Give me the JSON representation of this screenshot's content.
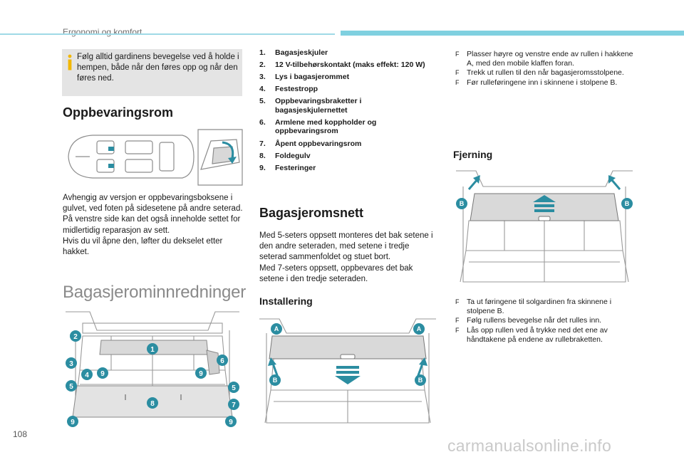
{
  "header": {
    "title": "Ergonomi og komfort"
  },
  "tip": {
    "text": "Følg alltid gardinens bevegelse ved å holde i hempen, både når den føres opp og når den føres ned."
  },
  "storage": {
    "title": "Oppbevaringsrom",
    "paragraphs": [
      "Avhengig av versjon er oppbevaringsboksene i gulvet, ved foten på sidesetene på andre seterad.",
      "På venstre side kan det også inneholde settet for midlertidig reparasjon av sett.",
      "Hvis du vil åpne den, løfter du dekselet etter hakket."
    ]
  },
  "boot_fittings": {
    "title": "Bagasjerominnredninger",
    "items": [
      {
        "num": "1.",
        "text": "Bagasjeskjuler"
      },
      {
        "num": "2.",
        "text": "12 V-tilbehørskontakt (maks effekt: 120 W)"
      },
      {
        "num": "3.",
        "text": "Lys i bagasjerommet"
      },
      {
        "num": "4.",
        "text": "Festestropp"
      },
      {
        "num": "5.",
        "text": "Oppbevaringsbraketter i bagasjeskjulernettet"
      },
      {
        "num": "6.",
        "text": "Armlene med koppholder og oppbevaringsrom"
      },
      {
        "num": "7.",
        "text": "Åpent oppbevaringsrom"
      },
      {
        "num": "8.",
        "text": "Foldegulv"
      },
      {
        "num": "9.",
        "text": "Festeringer"
      }
    ],
    "callouts": [
      "2",
      "1",
      "3",
      "4",
      "9",
      "9",
      "6",
      "5",
      "5",
      "8",
      "7",
      "9",
      "9"
    ]
  },
  "boot_net": {
    "title": "Bagasjeromsnett",
    "paragraphs": [
      "Med 5-seters oppsett monteres det bak setene i den andre seteraden, med setene i tredje seterad sammenfoldet og stuet bort.",
      "Med 7-seters oppsett, oppbevares det bak setene i den tredje seteraden."
    ]
  },
  "installing": {
    "title": "Installering",
    "callouts": [
      "A",
      "A",
      "B",
      "B"
    ],
    "steps": [
      "Plasser høyre og venstre ende av rullen i hakkene A, med den mobile klaffen foran.",
      "Trekk ut rullen til den når bagasjeromsstolpene.",
      "Før rulleføringene inn i skinnene i stolpene B."
    ]
  },
  "removal": {
    "title": "Fjerning",
    "callouts": [
      "B",
      "B"
    ],
    "steps": [
      "Ta ut føringene til solgardinen fra skinnene i stolpene B.",
      "Følg rullens bevegelse når det rulles inn.",
      "Lås opp rullen ved å trykke ned det ene av håndtakene på endene av rullebraketten."
    ]
  },
  "step_marker": "F",
  "footer": {
    "page_number": "108",
    "watermark": "carmanualsonline.info"
  },
  "colors": {
    "accent": "#7fd0e0",
    "callout": "#2b8da1",
    "heading_grey": "#8a8a8a"
  }
}
